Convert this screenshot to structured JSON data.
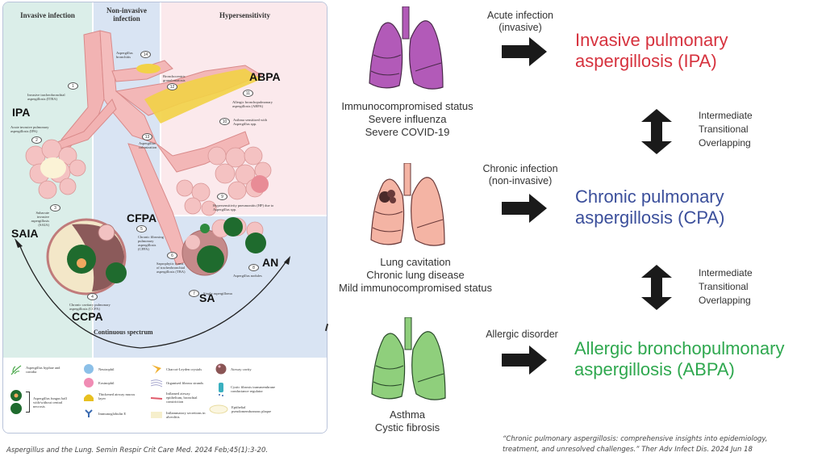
{
  "left_figure": {
    "columns": {
      "invasive": "Invasive infection",
      "non_invasive_1": "Non-invasive",
      "non_invasive_2": "infection",
      "hypersensitivity": "Hypersensitivity"
    },
    "abbreviations": {
      "ipa": "IPA",
      "abpa": "ABPA",
      "cfpa": "CFPA",
      "saia": "SAIA",
      "an": "AN",
      "sa": "SA",
      "ccpa": "CCPA"
    },
    "entities": [
      {
        "num": "1",
        "text": "Invasive tracheobronchial aspergillosis (ITBA)"
      },
      {
        "num": "2",
        "text": "Acute invasive pulmonary aspergillosis (IPA)"
      },
      {
        "num": "3",
        "text": "Subacute invasive aspergillosis (SAIA)"
      },
      {
        "num": "4",
        "text": "Chronic cavitary pulmonary aspergillosis (CCPA)"
      },
      {
        "num": "5",
        "text": "Chronic fibrosing pulmonary aspergillosis (CFPA)"
      },
      {
        "num": "6",
        "text": "Saprophytic forms of tracheobronchial aspergillosis (TBA)"
      },
      {
        "num": "7",
        "text": "Single aspergilloma"
      },
      {
        "num": "8",
        "text": "Aspergillus nodules"
      },
      {
        "num": "9",
        "text": "Hypersensitivity pneumonitis (HP) due to Aspergillus spp."
      },
      {
        "num": "10",
        "text": "Asthma sensitized with Aspergillus spp."
      },
      {
        "num": "11",
        "text": "Allergic bronchopulmonary aspergillosis (ABPA)"
      },
      {
        "num": "12",
        "text": "Bronchocentric granulomatosis"
      },
      {
        "num": "13",
        "text": "Aspergillus colonization"
      },
      {
        "num": "14",
        "text": "Aspergillus bronchitis"
      }
    ],
    "spectrum_label": "Continuous spectrum",
    "legend": [
      {
        "text": "Aspergillus hyphae and conidia",
        "icon": "hyphae-icon"
      },
      {
        "text": "Aspergillus fungus ball with/without central necrosis",
        "icon": "fungus-ball-icon"
      },
      {
        "text": "Neutrophil",
        "icon": "neutrophil-icon"
      },
      {
        "text": "Eosinophil",
        "icon": "eosinophil-icon"
      },
      {
        "text": "Thickened airway mucus layer",
        "icon": "mucus-layer-icon"
      },
      {
        "text": "Immunoglobulin E",
        "icon": "ige-icon"
      },
      {
        "text": "Charcot-Leyden crystals",
        "icon": "crystal-icon"
      },
      {
        "text": "Organised fibrous strands",
        "icon": "fibrous-strands-icon"
      },
      {
        "text": "Inflamed airway epithelium, bronchial constriction",
        "icon": "inflamed-epithelium-icon"
      },
      {
        "text": "Inflammatory secretions in alveolitis",
        "icon": "secretions-icon"
      },
      {
        "text": "Airway cavity",
        "icon": "airway-cavity-icon"
      },
      {
        "text": "Cystic fibrosis transmembrane conductance regulator",
        "icon": "cftr-icon"
      },
      {
        "text": "Epithelial pseudomembranous plaque",
        "icon": "plaque-icon"
      }
    ],
    "citation": "Aspergillus and the Lung. Semin Respir Crit Care Med. 2024 Feb;45(1):3-20."
  },
  "right_panel": {
    "rows": [
      {
        "conditions": [
          "Immunocompromised status",
          "Severe influenza",
          "Severe COVID-19"
        ],
        "arrow_label": [
          "Acute infection",
          "(invasive)"
        ],
        "diagnosis": [
          "Invasive pulmonary",
          "aspergillosis (IPA)"
        ],
        "color": "#d6323e",
        "lung_color": "#b25ab8"
      },
      {
        "conditions": [
          "Lung cavitation",
          "Chronic lung disease",
          "Mild immunocompromised status"
        ],
        "arrow_label": [
          "Chronic infection",
          "(non-invasive)"
        ],
        "diagnosis": [
          "Chronic pulmonary",
          "aspergillosis (CPA)"
        ],
        "color": "#3b4f9b",
        "lung_color": "#f4b4a4"
      },
      {
        "conditions": [
          "Asthma",
          "Cystic fibrosis"
        ],
        "arrow_label": [
          "Allergic disorder"
        ],
        "diagnosis": [
          "Allergic bronchopulmonary",
          "aspergillosis (ABPA)"
        ],
        "color": "#2fa84f",
        "lung_color": "#8fcf7c"
      }
    ],
    "relations": [
      [
        "Intermediate",
        "Transitional",
        "Overlapping"
      ],
      [
        "Intermediate",
        "Transitional",
        "Overlapping"
      ]
    ],
    "citation": [
      "“Chronic pulmonary aspergillosis: comprehensive insights into epidemiology,",
      "treatment, and unresolved challenges.” Ther Adv Infect Dis. 2024 Jun 18"
    ]
  }
}
